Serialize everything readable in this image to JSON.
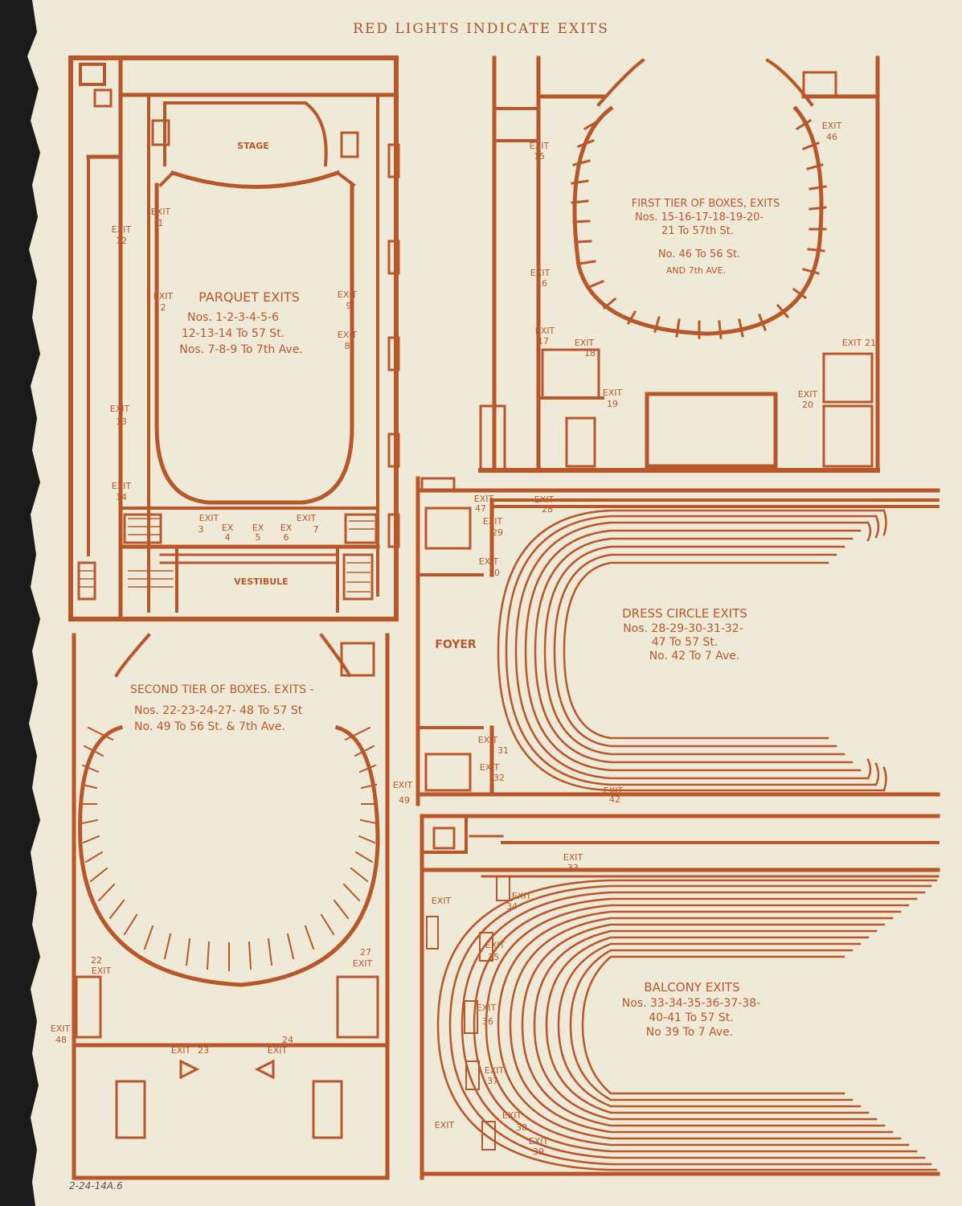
{
  "title": "RED LIGHTS INDICATE EXITS",
  "archive_note": "2-24-14A.6",
  "colors": {
    "ink": "#b8582a",
    "paper": "#efe9d8",
    "torn_edge": "#1a1a1a"
  },
  "parquet": {
    "stage": "STAGE",
    "vestibule": "VESTIBULE",
    "heading": "PARQUET EXITS",
    "line1": "Nos. 1-2-3-4-5-6",
    "line2": "12-13-14 To 57 St.",
    "line3": "Nos. 7-8-9 To 7th Ave.",
    "exits": [
      {
        "label": "EXIT",
        "num": "1"
      },
      {
        "label": "EXIT",
        "num": "2"
      },
      {
        "label": "EXIT",
        "num": "3"
      },
      {
        "label": "EX",
        "num": "4"
      },
      {
        "label": "EX",
        "num": "5"
      },
      {
        "label": "EX",
        "num": "6"
      },
      {
        "label": "EXIT",
        "num": "7"
      },
      {
        "label": "EXIT",
        "num": "8"
      },
      {
        "label": "EXIT",
        "num": "9"
      },
      {
        "label": "EXIT",
        "num": "12"
      },
      {
        "label": "EXIT",
        "num": "13"
      },
      {
        "label": "EXIT",
        "num": "14"
      }
    ]
  },
  "first_tier": {
    "heading": "FIRST TIER OF BOXES, EXITS",
    "line1": "Nos. 15-16-17-18-19-20-",
    "line2": "21 To 57th St.",
    "line3": "No. 46 To 56 St.",
    "line4": "AND 7th AVE.",
    "exits": [
      {
        "label": "EXIT",
        "num": "15"
      },
      {
        "label": "EXIT",
        "num": "16"
      },
      {
        "label": "EXIT",
        "num": "17"
      },
      {
        "label": "EXIT",
        "num": "18"
      },
      {
        "label": "EXIT",
        "num": "19"
      },
      {
        "label": "EXIT",
        "num": "20"
      },
      {
        "label": "EXIT",
        "num": "21"
      },
      {
        "label": "EXIT",
        "num": "46"
      }
    ]
  },
  "dress_circle": {
    "foyer": "FOYER",
    "heading": "DRESS CIRCLE EXITS",
    "line1": "Nos. 28-29-30-31-32-",
    "line2": "47 To 57 St.",
    "line3": "No. 42 To 7 Ave.",
    "exits": [
      {
        "label": "EXIT",
        "num": "47"
      },
      {
        "label": "EXIT",
        "num": "28"
      },
      {
        "label": "EXIT",
        "num": "29"
      },
      {
        "label": "EXIT",
        "num": "30"
      },
      {
        "label": "EXIT",
        "num": "31"
      },
      {
        "label": "EXIT",
        "num": "32"
      },
      {
        "label": "EXIT",
        "num": "42"
      }
    ]
  },
  "second_tier": {
    "heading": "SECOND TIER OF BOXES. EXITS -",
    "line1": "Nos. 22-23-24-27- 48 To 57 St",
    "line2": "No. 49 To 56 St. & 7th Ave.",
    "exits": [
      {
        "label": "EXIT",
        "num": "49"
      },
      {
        "label": "EXIT",
        "num": "22"
      },
      {
        "label": "EXIT",
        "num": "27"
      },
      {
        "label": "EXIT",
        "num": "48"
      },
      {
        "label": "EXIT",
        "num": "23"
      },
      {
        "label": "EXIT",
        "num": "24"
      }
    ]
  },
  "balcony": {
    "heading": "BALCONY EXITS",
    "line1": "Nos. 33-34-35-36-37-38-",
    "line2": "40-41 To 57 St.",
    "line3": "No 39 To 7 Ave.",
    "exits": [
      {
        "label": "EXIT",
        "num": "33"
      },
      {
        "label": "EXIT",
        "num": "34"
      },
      {
        "label": "EXIT",
        "num": "35"
      },
      {
        "label": "EXIT",
        "num": "36"
      },
      {
        "label": "EXIT",
        "num": "37"
      },
      {
        "label": "EXIT",
        "num": "38"
      },
      {
        "label": "EXIT",
        "num": "39"
      },
      {
        "label": "EXIT",
        "num": ""
      },
      {
        "label": "EXIT",
        "num": ""
      }
    ]
  }
}
